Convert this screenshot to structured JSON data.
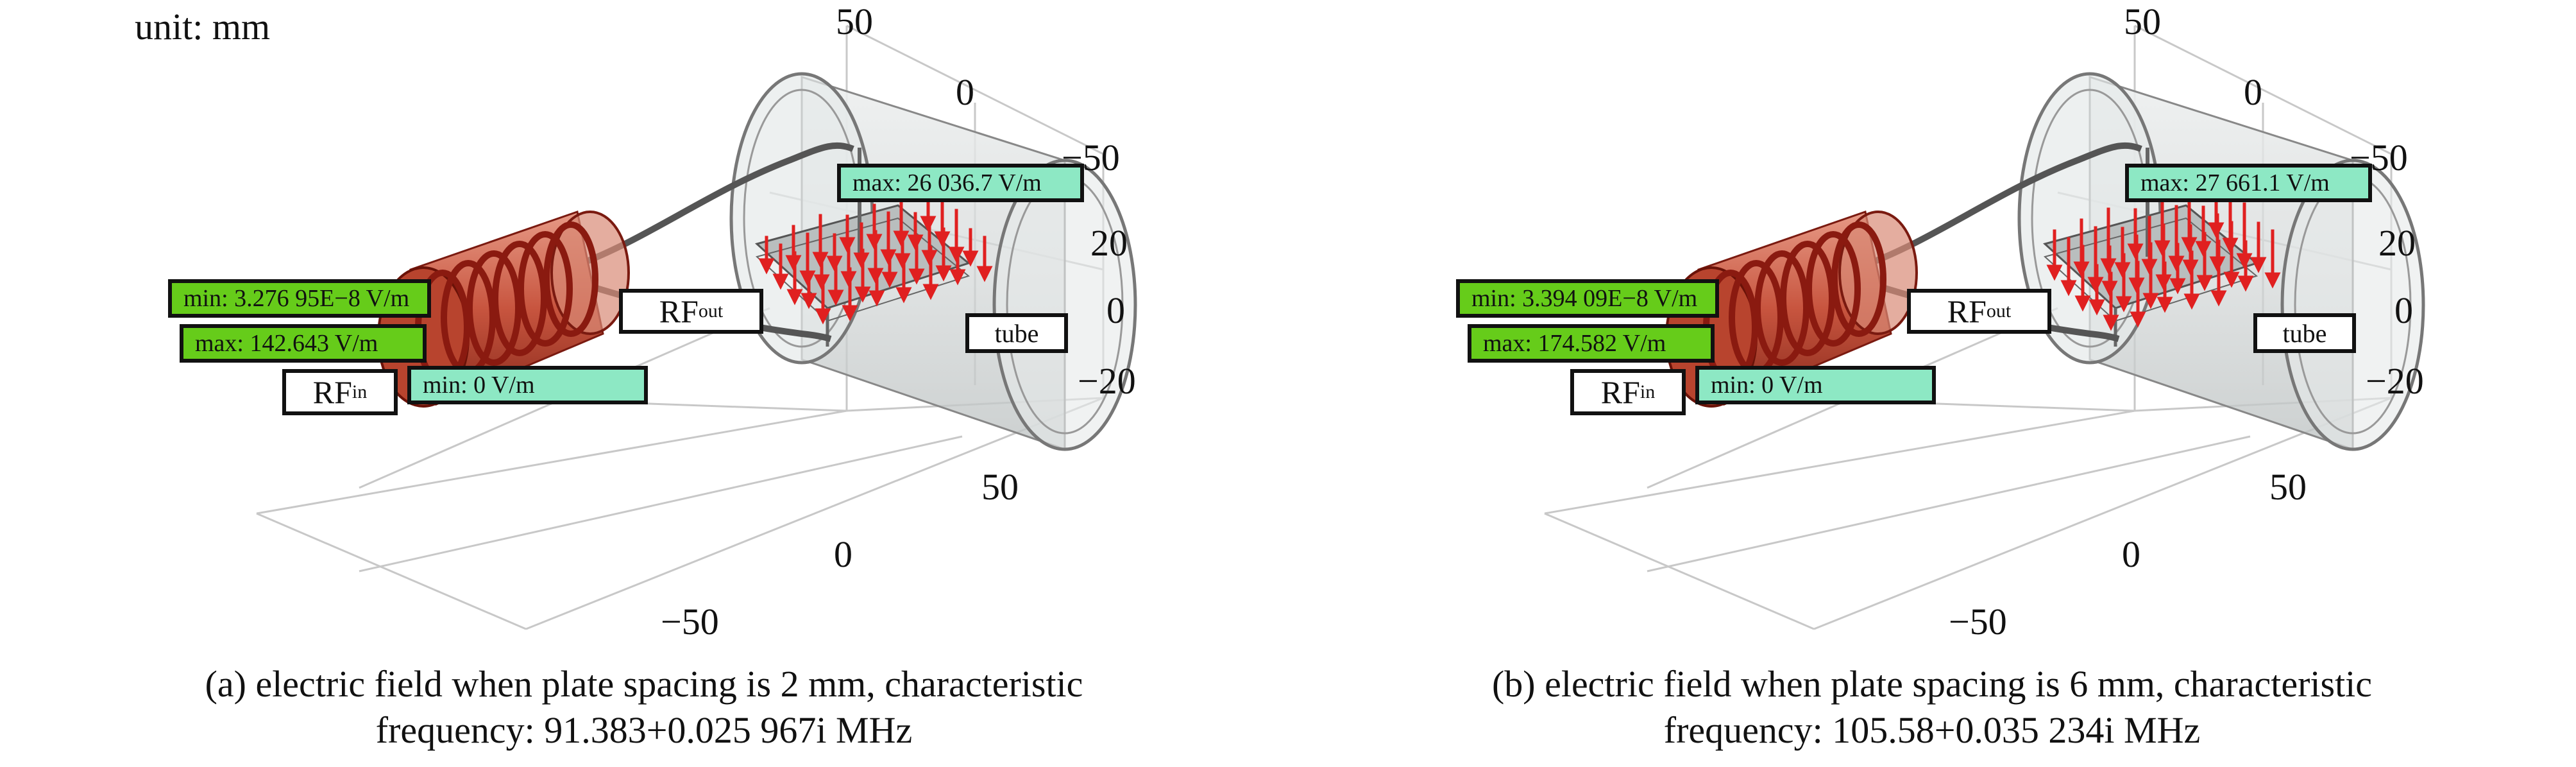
{
  "unit_label": "unit: mm",
  "panels": [
    {
      "axis": {
        "top": [
          "50",
          "0",
          "−50"
        ],
        "right": [
          "20",
          "0",
          "−20"
        ],
        "bottom": [
          "50",
          "0",
          "−50"
        ]
      },
      "labels": {
        "min_field_coil": "min: 3.276 95E−8 V/m",
        "max_field_coil": "max: 142.643 V/m",
        "min_field": "min: 0 V/m",
        "max_field": "max: 26 036.7 V/m",
        "rf_out_main": "RF",
        "rf_out_sub": "out",
        "rf_in_main": "RF",
        "rf_in_sub": "in",
        "tube": "tube"
      },
      "caption": {
        "line1": "(a) electric field when plate spacing is 2 mm, characteristic",
        "line2": "frequency: 91.383+0.025 967i MHz"
      }
    },
    {
      "axis": {
        "top": [
          "50",
          "0",
          "−50"
        ],
        "right": [
          "20",
          "0",
          "−20"
        ],
        "bottom": [
          "50",
          "0",
          "−50"
        ]
      },
      "labels": {
        "min_field_coil": "min: 3.394 09E−8 V/m",
        "max_field_coil": "max: 174.582 V/m",
        "min_field": "min: 0 V/m",
        "max_field": "max: 27 661.1 V/m",
        "rf_out_main": "RF",
        "rf_out_sub": "out",
        "rf_in_main": "RF",
        "rf_in_sub": "in",
        "tube": "tube"
      },
      "caption": {
        "line1": "(b) electric field when plate spacing is 6 mm, characteristic",
        "line2": "frequency: 105.58+0.035 234i MHz"
      }
    }
  ],
  "colors": {
    "coil_body": "#c8553f",
    "coil_dark": "#8a1a10",
    "arrow": "#e02020",
    "tube_glass": "#d8dcdc",
    "grid": "#c8c8c8",
    "green_tag": "#66cc1a",
    "teal_tag": "#8de8c4"
  }
}
